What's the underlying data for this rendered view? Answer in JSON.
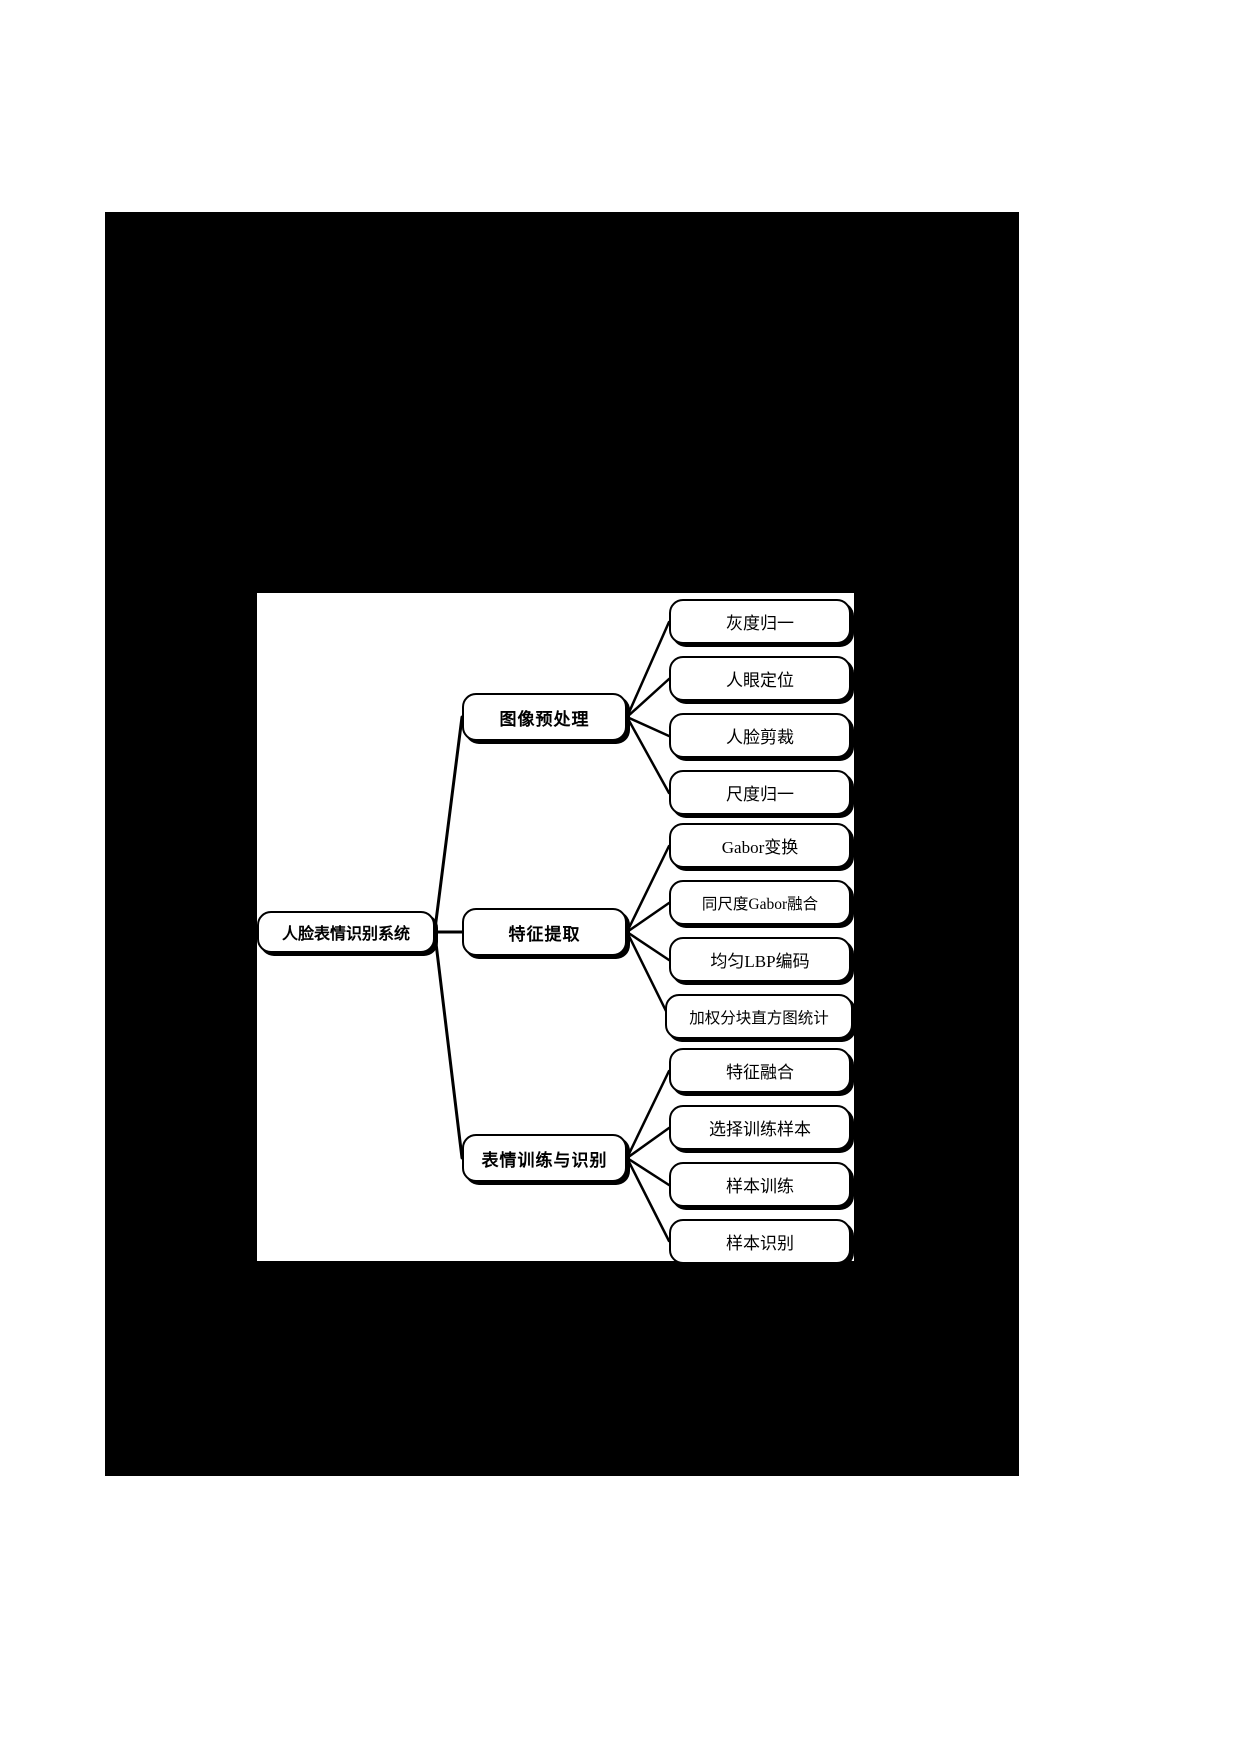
{
  "page": {
    "background": "#ffffff",
    "frame_color": "#000000",
    "canvas_color": "#ffffff"
  },
  "diagram": {
    "type": "mind-map",
    "root": {
      "label": "人脸表情识别系统"
    },
    "branches": [
      {
        "label": "图像预处理",
        "leaves": [
          {
            "label": "灰度归一"
          },
          {
            "label": "人眼定位"
          },
          {
            "label": "人脸剪裁"
          },
          {
            "label": "尺度归一"
          }
        ]
      },
      {
        "label": "特征提取",
        "leaves": [
          {
            "label": "Gabor变换"
          },
          {
            "label": "同尺度Gabor融合"
          },
          {
            "label": "均匀LBP编码"
          },
          {
            "label": "加权分块直方图统计"
          }
        ]
      },
      {
        "label": "表情训练与识别",
        "leaves": [
          {
            "label": "特征融合"
          },
          {
            "label": "选择训练样本"
          },
          {
            "label": "样本训练"
          },
          {
            "label": "样本识别"
          }
        ]
      }
    ]
  }
}
